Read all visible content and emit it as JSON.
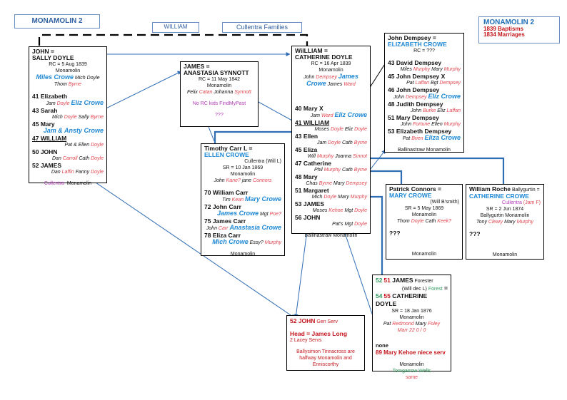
{
  "header": {
    "left_tag": "MONAMOLIN 2",
    "william_tag": "WILLIAM",
    "families_tag": "Cullentra Families"
  },
  "legend": {
    "title": "MONAMOLIN 2",
    "line1": "1839  Baptisms",
    "line2": "1834  Marriages"
  },
  "colors": {
    "crowe_blue": "#1e88d4",
    "surname_red": "#e0454f",
    "place_purple": "#b23bb8",
    "connector_blue": "#2f6db5",
    "tag_border": "#6a8ec2"
  },
  "john_sally": {
    "title1": "JOHN  =",
    "title2": "SALLY DOYLE",
    "rc": "RC = 5 Aug 1839",
    "place": "Monamolin",
    "sponsors": [
      {
        "t": "Miles Crowe",
        "c": "bigblue"
      },
      {
        "t": " Mich Doyle",
        "c": ""
      }
    ],
    "sponsors2": [
      {
        "t": "Thom ",
        "c": ""
      },
      {
        "t": "Byrne",
        "c": "red"
      }
    ],
    "children": [
      {
        "n": "41 Elizabeth",
        "s": [
          {
            "t": "Jam ",
            "c": ""
          },
          {
            "t": "Doyle ",
            "c": "red"
          },
          {
            "t": "Eliz Crowe",
            "c": "bigblue"
          }
        ]
      },
      {
        "n": "43 Sarah",
        "s": [
          {
            "t": "Mich ",
            "c": ""
          },
          {
            "t": "Doyle ",
            "c": "red"
          },
          {
            "t": "Sally ",
            "c": ""
          },
          {
            "t": "Byrne",
            "c": "red"
          }
        ]
      },
      {
        "n": "45 Mary",
        "s": [
          {
            "t": "Jam & Ansty Crowe",
            "c": "bigblue"
          }
        ]
      },
      {
        "n": "47 WILLIAM",
        "u": true,
        "s": [
          {
            "t": "Pat & Ellen ",
            "c": ""
          },
          {
            "t": "Doyle",
            "c": "red"
          }
        ]
      },
      {
        "n": "50 JOHN",
        "s": [
          {
            "t": "Dan ",
            "c": ""
          },
          {
            "t": "Carroll ",
            "c": "red"
          },
          {
            "t": "Cath ",
            "c": ""
          },
          {
            "t": "Doyle",
            "c": "red"
          }
        ]
      },
      {
        "n": "52 JAMES",
        "s": [
          {
            "t": "Dan ",
            "c": ""
          },
          {
            "t": "Laffin ",
            "c": "red"
          },
          {
            "t": "Fanny ",
            "c": ""
          },
          {
            "t": "Doyle",
            "c": "red"
          }
        ]
      }
    ],
    "footer_place1": "Cullentra",
    "footer_place2": "Monamolin"
  },
  "james_anastasia": {
    "title1": "JAMES =",
    "title2": "ANASTASIA SYNNOTT",
    "rc": "RC = 11 May 1842",
    "place": "Monamolin",
    "sponsors": [
      {
        "t": "Felix ",
        "c": ""
      },
      {
        "t": "Catan ",
        "c": "red"
      },
      {
        "t": "Johanna ",
        "c": ""
      },
      {
        "t": "Synnott",
        "c": "red"
      }
    ],
    "note": "No RC kids FindMyPast",
    "unknown": "???"
  },
  "timothy_ellen": {
    "title1": "Timothy Carr L  =",
    "title2": "ELLEN CROWE",
    "origin": "Cullentra (Will L)",
    "sr": "SR = 10 Jan 1869",
    "place": "Monamolin",
    "sponsors": [
      {
        "t": "John ",
        "c": ""
      },
      {
        "t": "Kane? ",
        "c": "red"
      },
      {
        "t": "jane ",
        "c": ""
      },
      {
        "t": "Connors",
        "c": "red"
      }
    ],
    "children": [
      {
        "n": "70  William Carr",
        "s": [
          {
            "t": "Tim ",
            "c": ""
          },
          {
            "t": "Kean ",
            "c": "red"
          },
          {
            "t": "Mary Crowe",
            "c": "bigblue"
          }
        ]
      },
      {
        "n": "72  John Carr",
        "s": [
          {
            "t": "James Crowe",
            "c": "bigblue"
          },
          {
            "t": " Mgt ",
            "c": ""
          },
          {
            "t": "Poe?",
            "c": "red"
          }
        ]
      },
      {
        "n": "75  James Carr",
        "s": [
          {
            "t": "John ",
            "c": ""
          },
          {
            "t": "Carr ",
            "c": "red"
          },
          {
            "t": "Anastasia Crowe",
            "c": "bigblue"
          }
        ]
      },
      {
        "n": "78  Eliza Carr",
        "s": [
          {
            "t": "Mich Crowe",
            "c": "bigblue"
          },
          {
            "t": " Essy? ",
            "c": ""
          },
          {
            "t": "Murphy",
            "c": "red"
          }
        ]
      }
    ],
    "footer": "Monamolin"
  },
  "william_catherine": {
    "title1": "WilLLIAM  =",
    "title2": "CATHERINE DOYLE",
    "rc": "RC = 16 Apr 1839",
    "place": "Monamolin",
    "sponsors": [
      {
        "t": "John ",
        "c": ""
      },
      {
        "t": "Dempsey ",
        "c": "red"
      },
      {
        "t": "James",
        "c": "bigblue"
      }
    ],
    "sponsors2": [
      {
        "t": "Crowe",
        "c": "bigblue"
      },
      {
        "t": " James ",
        "c": ""
      },
      {
        "t": "Ward",
        "c": "red"
      }
    ],
    "children": [
      {
        "n": "40  Mary X",
        "s": [
          {
            "t": "Jam ",
            "c": ""
          },
          {
            "t": "Ward ",
            "c": "red"
          },
          {
            "t": "Eliz Crowe",
            "c": "bigblue"
          }
        ]
      },
      {
        "n": "41  WILLIAM",
        "u": true,
        "s": [
          {
            "t": "Moses ",
            "c": ""
          },
          {
            "t": "Doyle ",
            "c": "red"
          },
          {
            "t": "Eliz ",
            "c": ""
          },
          {
            "t": "Doyle",
            "c": "red"
          }
        ]
      },
      {
        "n": "43  Ellen",
        "s": [
          {
            "t": "Jam ",
            "c": ""
          },
          {
            "t": "Doyle ",
            "c": "red"
          },
          {
            "t": "Cath ",
            "c": ""
          },
          {
            "t": "Byrne",
            "c": "red"
          }
        ]
      },
      {
        "n": "45  Eliza",
        "s": [
          {
            "t": "Will ",
            "c": ""
          },
          {
            "t": "Murphy ",
            "c": "red"
          },
          {
            "t": "Joanna ",
            "c": ""
          },
          {
            "t": "Sinnot",
            "c": "red"
          }
        ]
      },
      {
        "n": "47  Catherine",
        "s": [
          {
            "t": "Phil ",
            "c": ""
          },
          {
            "t": "Murphy ",
            "c": "red"
          },
          {
            "t": "Cath ",
            "c": ""
          },
          {
            "t": "Byrne",
            "c": "red"
          }
        ]
      },
      {
        "n": "48  Mary",
        "s": [
          {
            "t": "Chas ",
            "c": ""
          },
          {
            "t": "Byrne ",
            "c": "red"
          },
          {
            "t": "Mary ",
            "c": ""
          },
          {
            "t": "Dempsey",
            "c": "red"
          }
        ]
      },
      {
        "n": "51  Margaret",
        "s": [
          {
            "t": "Mich ",
            "c": ""
          },
          {
            "t": "Doyle ",
            "c": "red"
          },
          {
            "t": "Mary ",
            "c": ""
          },
          {
            "t": "Murphy",
            "c": "red"
          }
        ]
      },
      {
        "n": "53  JAMES",
        "s": [
          {
            "t": "Moses ",
            "c": ""
          },
          {
            "t": "Kehoe ",
            "c": "red"
          },
          {
            "t": "Mgt ",
            "c": ""
          },
          {
            "t": "Doyle",
            "c": "red"
          }
        ]
      },
      {
        "n": "56  JOHN",
        "s": [
          {
            "t": "Pat's ",
            "c": ""
          },
          {
            "t": "Mgt ",
            "c": ""
          },
          {
            "t": "Doyle",
            "c": "red"
          }
        ]
      }
    ],
    "footer": "Ballinastraw  Monamolin"
  },
  "dempsey": {
    "title1": "John Dempsey =",
    "title2": "ELIZABETH CROWE",
    "rc": "RC = ???",
    "children": [
      {
        "n": "43  David  Dempsey",
        "s": [
          {
            "t": "Miles ",
            "c": ""
          },
          {
            "t": "Murphy ",
            "c": "red"
          },
          {
            "t": "Mary ",
            "c": ""
          },
          {
            "t": "Murphy",
            "c": "red"
          }
        ]
      },
      {
        "n": "45  John Dempsey X",
        "s": [
          {
            "t": "Pat ",
            "c": ""
          },
          {
            "t": "Laffan ",
            "c": "red"
          },
          {
            "t": "Bgt ",
            "c": ""
          },
          {
            "t": "Dempsey",
            "c": "red"
          }
        ]
      },
      {
        "n": "46  John Dempsey",
        "s": [
          {
            "t": "John ",
            "c": ""
          },
          {
            "t": "Dempsey ",
            "c": "red"
          },
          {
            "t": "Eliz Crowe",
            "c": "bigblue"
          }
        ]
      },
      {
        "n": "48  Judith Dempsey",
        "s": [
          {
            "t": "John ",
            "c": ""
          },
          {
            "t": "Burke ",
            "c": "red"
          },
          {
            "t": "Eliz ",
            "c": ""
          },
          {
            "t": "Laffan",
            "c": "red"
          }
        ]
      },
      {
        "n": "51  Mary Dempsey",
        "s": [
          {
            "t": "John ",
            "c": ""
          },
          {
            "t": "Fortune ",
            "c": "red"
          },
          {
            "t": "Ellen ",
            "c": ""
          },
          {
            "t": "Murphy",
            "c": "red"
          }
        ]
      },
      {
        "n": "53  Elizabeth Dempsey",
        "s": [
          {
            "t": "Pat ",
            "c": ""
          },
          {
            "t": "Brien ",
            "c": "red"
          },
          {
            "t": "Eliza Crowe",
            "c": "bigblue"
          }
        ]
      }
    ],
    "footer": "Ballinastraw  Monamolin"
  },
  "connors": {
    "title1": "Patrick Connors   =",
    "title2": "MARY CROWE",
    "origin": "(Will B'smith)",
    "sr": "SR = 5 May 1869",
    "place": "Monamolin",
    "sponsors": [
      {
        "t": "Thom ",
        "c": ""
      },
      {
        "t": "Doyle ",
        "c": "red"
      },
      {
        "t": "Cath ",
        "c": ""
      },
      {
        "t": "Keek?",
        "c": "red"
      }
    ],
    "unknown": "???",
    "footer": "Monamolin"
  },
  "roche": {
    "title1": "William Roche",
    "title1b": " Ballygurtin =",
    "title2": "CATHERINE CROWE",
    "origin_place": "Cullentra ",
    "origin_paren": "(Jam F)",
    "sr": "SR = 2 Jun 1874",
    "place": "Ballygurtin  Monamolin",
    "sponsors": [
      {
        "t": "Tony ",
        "c": ""
      },
      {
        "t": "Cleary ",
        "c": "red"
      },
      {
        "t": "Mary ",
        "c": ""
      },
      {
        "t": "Murphy",
        "c": "red"
      }
    ],
    "unknown": "???",
    "footer": "Monamolin"
  },
  "james_forester": {
    "age1a": "52",
    "age1b": "51",
    "title1": " JAMES",
    "occupation": " Forester",
    "origin": "(Will dec L)",
    "origin2": " Forest",
    "eq": " =",
    "age2a": "54",
    "age2b": "55",
    "title2": " CATHERINE DOYLE",
    "sr": "SR = 18 Jan 1876",
    "place": "Monamolin",
    "sponsors": [
      {
        "t": "Pat ",
        "c": ""
      },
      {
        "t": "Redmond ",
        "c": "red"
      },
      {
        "t": "Mary ",
        "c": ""
      },
      {
        "t": "Foley",
        "c": "red"
      }
    ],
    "marr": "Marr 22  0 / 0",
    "none": "none",
    "niece": "89 Mary Kehoe niece serv",
    "footer1": "Monamolin",
    "footer2": "Tomgarrow  Wells",
    "footer3": "same"
  },
  "john_genserv": {
    "title": "52 JOHN",
    "occupation": "  Gen Serv",
    "head": "Head = James Long",
    "servs": "2 Lacey Servs",
    "note": "Ballysimon  Tinnacross are halfway Monamolin and Enniscorthy"
  }
}
